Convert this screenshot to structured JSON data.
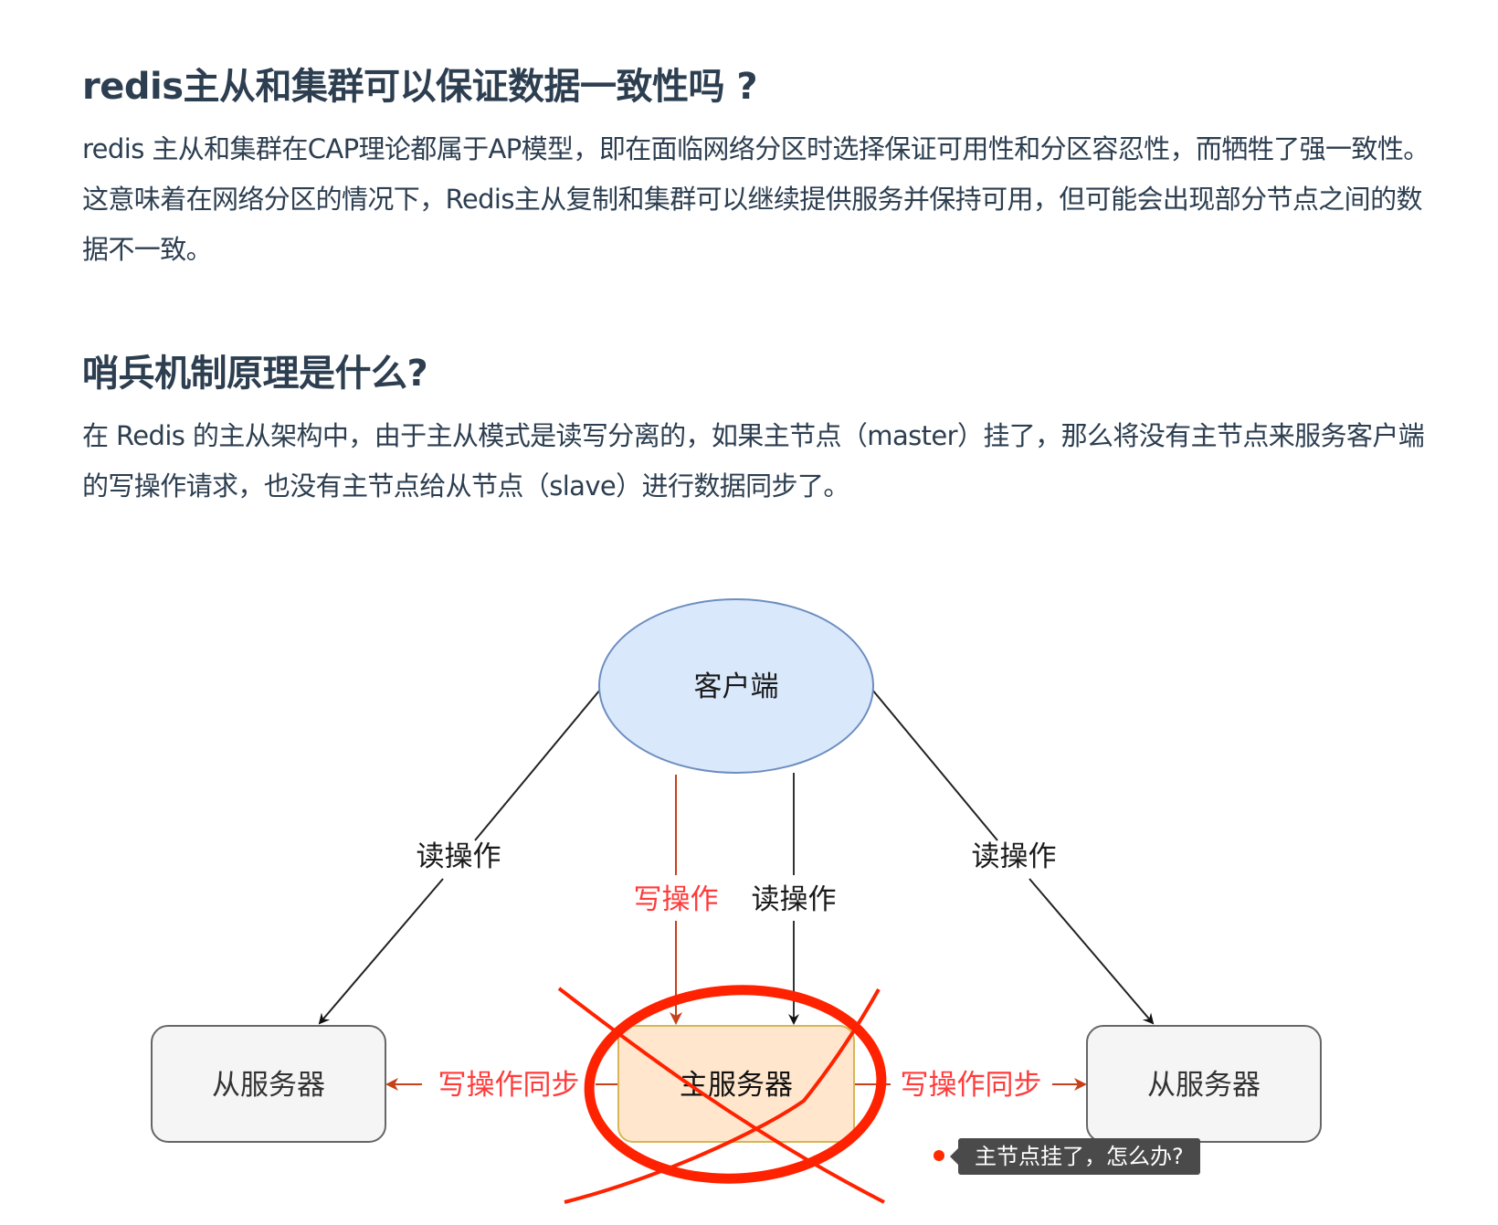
{
  "section1": {
    "heading": "redis主从和集群可以保证数据一致性吗 ?",
    "paragraph": "redis 主从和集群在CAP理论都属于AP模型，即在面临网络分区时选择保证可用性和分区容忍性，而牺牲了强一致性。这意味着在网络分区的情况下，Redis主从复制和集群可以继续提供服务并保持可用，但可能会出现部分节点之间的数据不一致。"
  },
  "section2": {
    "heading": "哨兵机制原理是什么?",
    "paragraph": "在 Redis 的主从架构中，由于主从模式是读写分离的，如果主节点（master）挂了，那么将没有主节点来服务客户端的写操作请求，也没有主节点给从节点（slave）进行数据同步了。"
  },
  "diagram": {
    "client_label": "客户端",
    "master_label": "主服务器",
    "slave_left_label": "从服务器",
    "slave_right_label": "从服务器",
    "read_left_label": "读操作",
    "read_right_label": "读操作",
    "write_center_label": "写操作",
    "read_center_label": "读操作",
    "sync_left_label": "写操作同步",
    "sync_right_label": "写操作同步",
    "colors": {
      "client_fill": "#dae8fc",
      "client_stroke": "#6c8ebf",
      "master_fill": "#ffe6cc",
      "master_stroke": "#d6b656",
      "slave_fill": "#f5f5f5",
      "slave_stroke": "#666666",
      "write_text": "#ff3b3b",
      "write_line": "#c8401a",
      "annotation_red": "#ff2200"
    }
  },
  "annotation": {
    "tooltip_text": "主节点挂了，怎么办?"
  }
}
